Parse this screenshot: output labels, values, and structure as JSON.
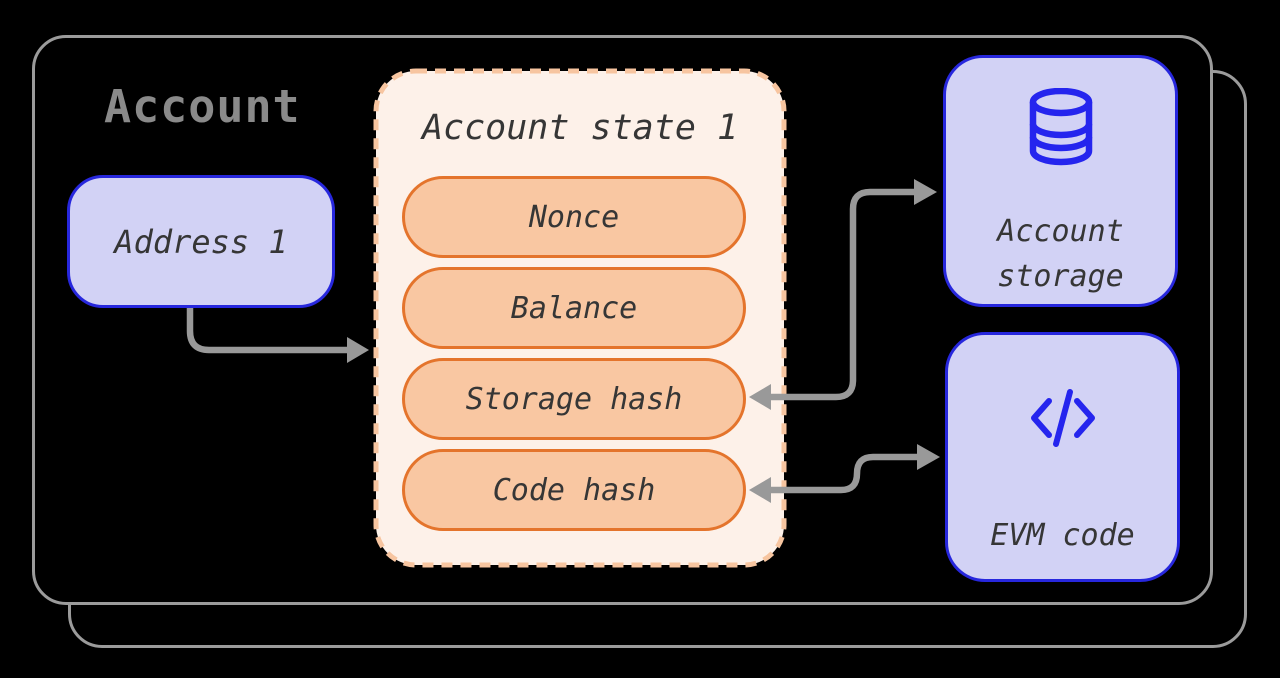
{
  "title": "Account",
  "address_box": {
    "label": "Address 1"
  },
  "state_box": {
    "title": "Account state 1",
    "fields": [
      {
        "label": "Nonce"
      },
      {
        "label": "Balance"
      },
      {
        "label": "Storage hash"
      },
      {
        "label": "Code hash"
      }
    ]
  },
  "storage_box": {
    "line1": "Account",
    "line2": "storage",
    "icon": "database-icon"
  },
  "code_box": {
    "label": "EVM code",
    "icon": "code-icon"
  },
  "colors": {
    "background": "#000000",
    "container_border": "#9b9b9b",
    "title_gray": "#8a8a8a",
    "lavender_fill": "#d2d2f5",
    "blue_border": "#2727dd",
    "icon_blue": "#2525ee",
    "cream_fill": "#fdf1e9",
    "dash_peach": "#f7c5a0",
    "pill_fill": "#f9c7a2",
    "pill_border": "#e4742c",
    "label_text": "#363636",
    "arrow_gray": "#999999"
  }
}
